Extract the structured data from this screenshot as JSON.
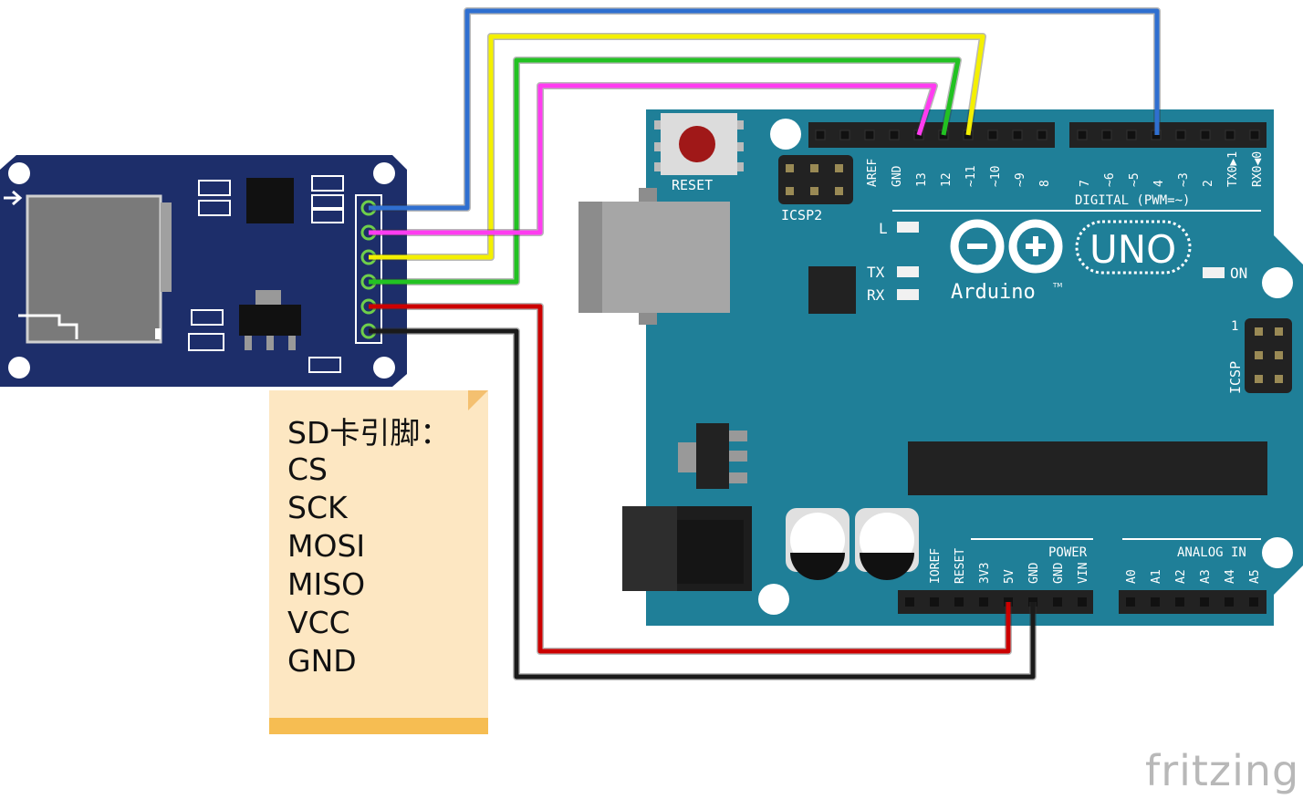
{
  "note": {
    "title": "SD卡引脚：",
    "pins": [
      "CS",
      "SCK",
      "MOSI",
      "MISO",
      "VCC",
      "GND"
    ]
  },
  "arduino": {
    "reset_label": "RESET",
    "icsp2_label": "ICSP2",
    "icsp_label": "ICSP",
    "icsp_pin1": "1",
    "led_l": "L",
    "led_tx": "TX",
    "led_rx": "RX",
    "led_on": "ON",
    "logo_text": "Arduino",
    "tm": "TM",
    "uno_text": "UNO",
    "digital_label": "DIGITAL (PWM=~)",
    "power_label": "POWER",
    "analog_label": "ANALOG IN",
    "digital_pins": [
      "AREF",
      "GND",
      "13",
      "12",
      "~11",
      "~10",
      "~9",
      "8",
      "7",
      "~6",
      "~5",
      "4",
      "~3",
      "2",
      "TX0▶1",
      "RX0◀0"
    ],
    "power_pins": [
      "IOREF",
      "RESET",
      "3V3",
      "5V",
      "GND",
      "GND",
      "VIN"
    ],
    "analog_pins": [
      "A0",
      "A1",
      "A2",
      "A3",
      "A4",
      "A5"
    ]
  },
  "wires": {
    "cs": "#2f6fd0",
    "sck": "#ff3cf0",
    "mosi": "#f4f000",
    "miso": "#22c222",
    "vcc": "#cc0000",
    "gnd": "#1a1a1a"
  },
  "colors": {
    "arduino_board": "#1f7f98",
    "sd_board": "#1d2e6a",
    "header": "#222222"
  },
  "brand": "fritzing"
}
